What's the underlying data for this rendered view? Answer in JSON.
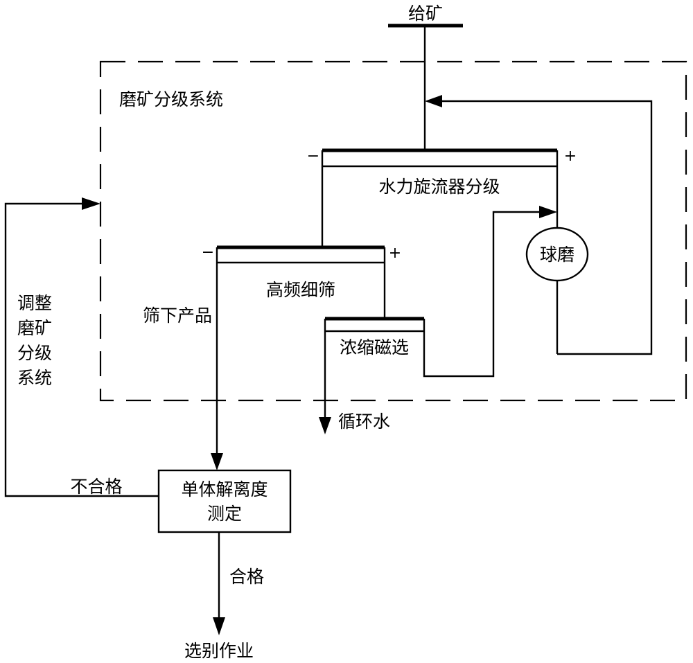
{
  "diagram": {
    "feed_label": "给矿",
    "system_label": "磨矿分级系统",
    "hydrocyclone_label": "水力旋流器分级",
    "fine_screen_label": "高频细筛",
    "concentration_label": "浓缩磁选",
    "ball_mill_label": "球磨",
    "undersize_label": "筛下产品",
    "circulating_water_label": "循环水",
    "liberation_test_line1": "单体解离度",
    "liberation_test_line2": "测定",
    "unqualified_label": "不合格",
    "qualified_label": "合格",
    "separation_label": "选别作业",
    "adjust_label_lines": [
      "调整",
      "磨矿",
      "分级",
      "系统"
    ],
    "minus_sign": "−",
    "plus_sign": "+"
  }
}
